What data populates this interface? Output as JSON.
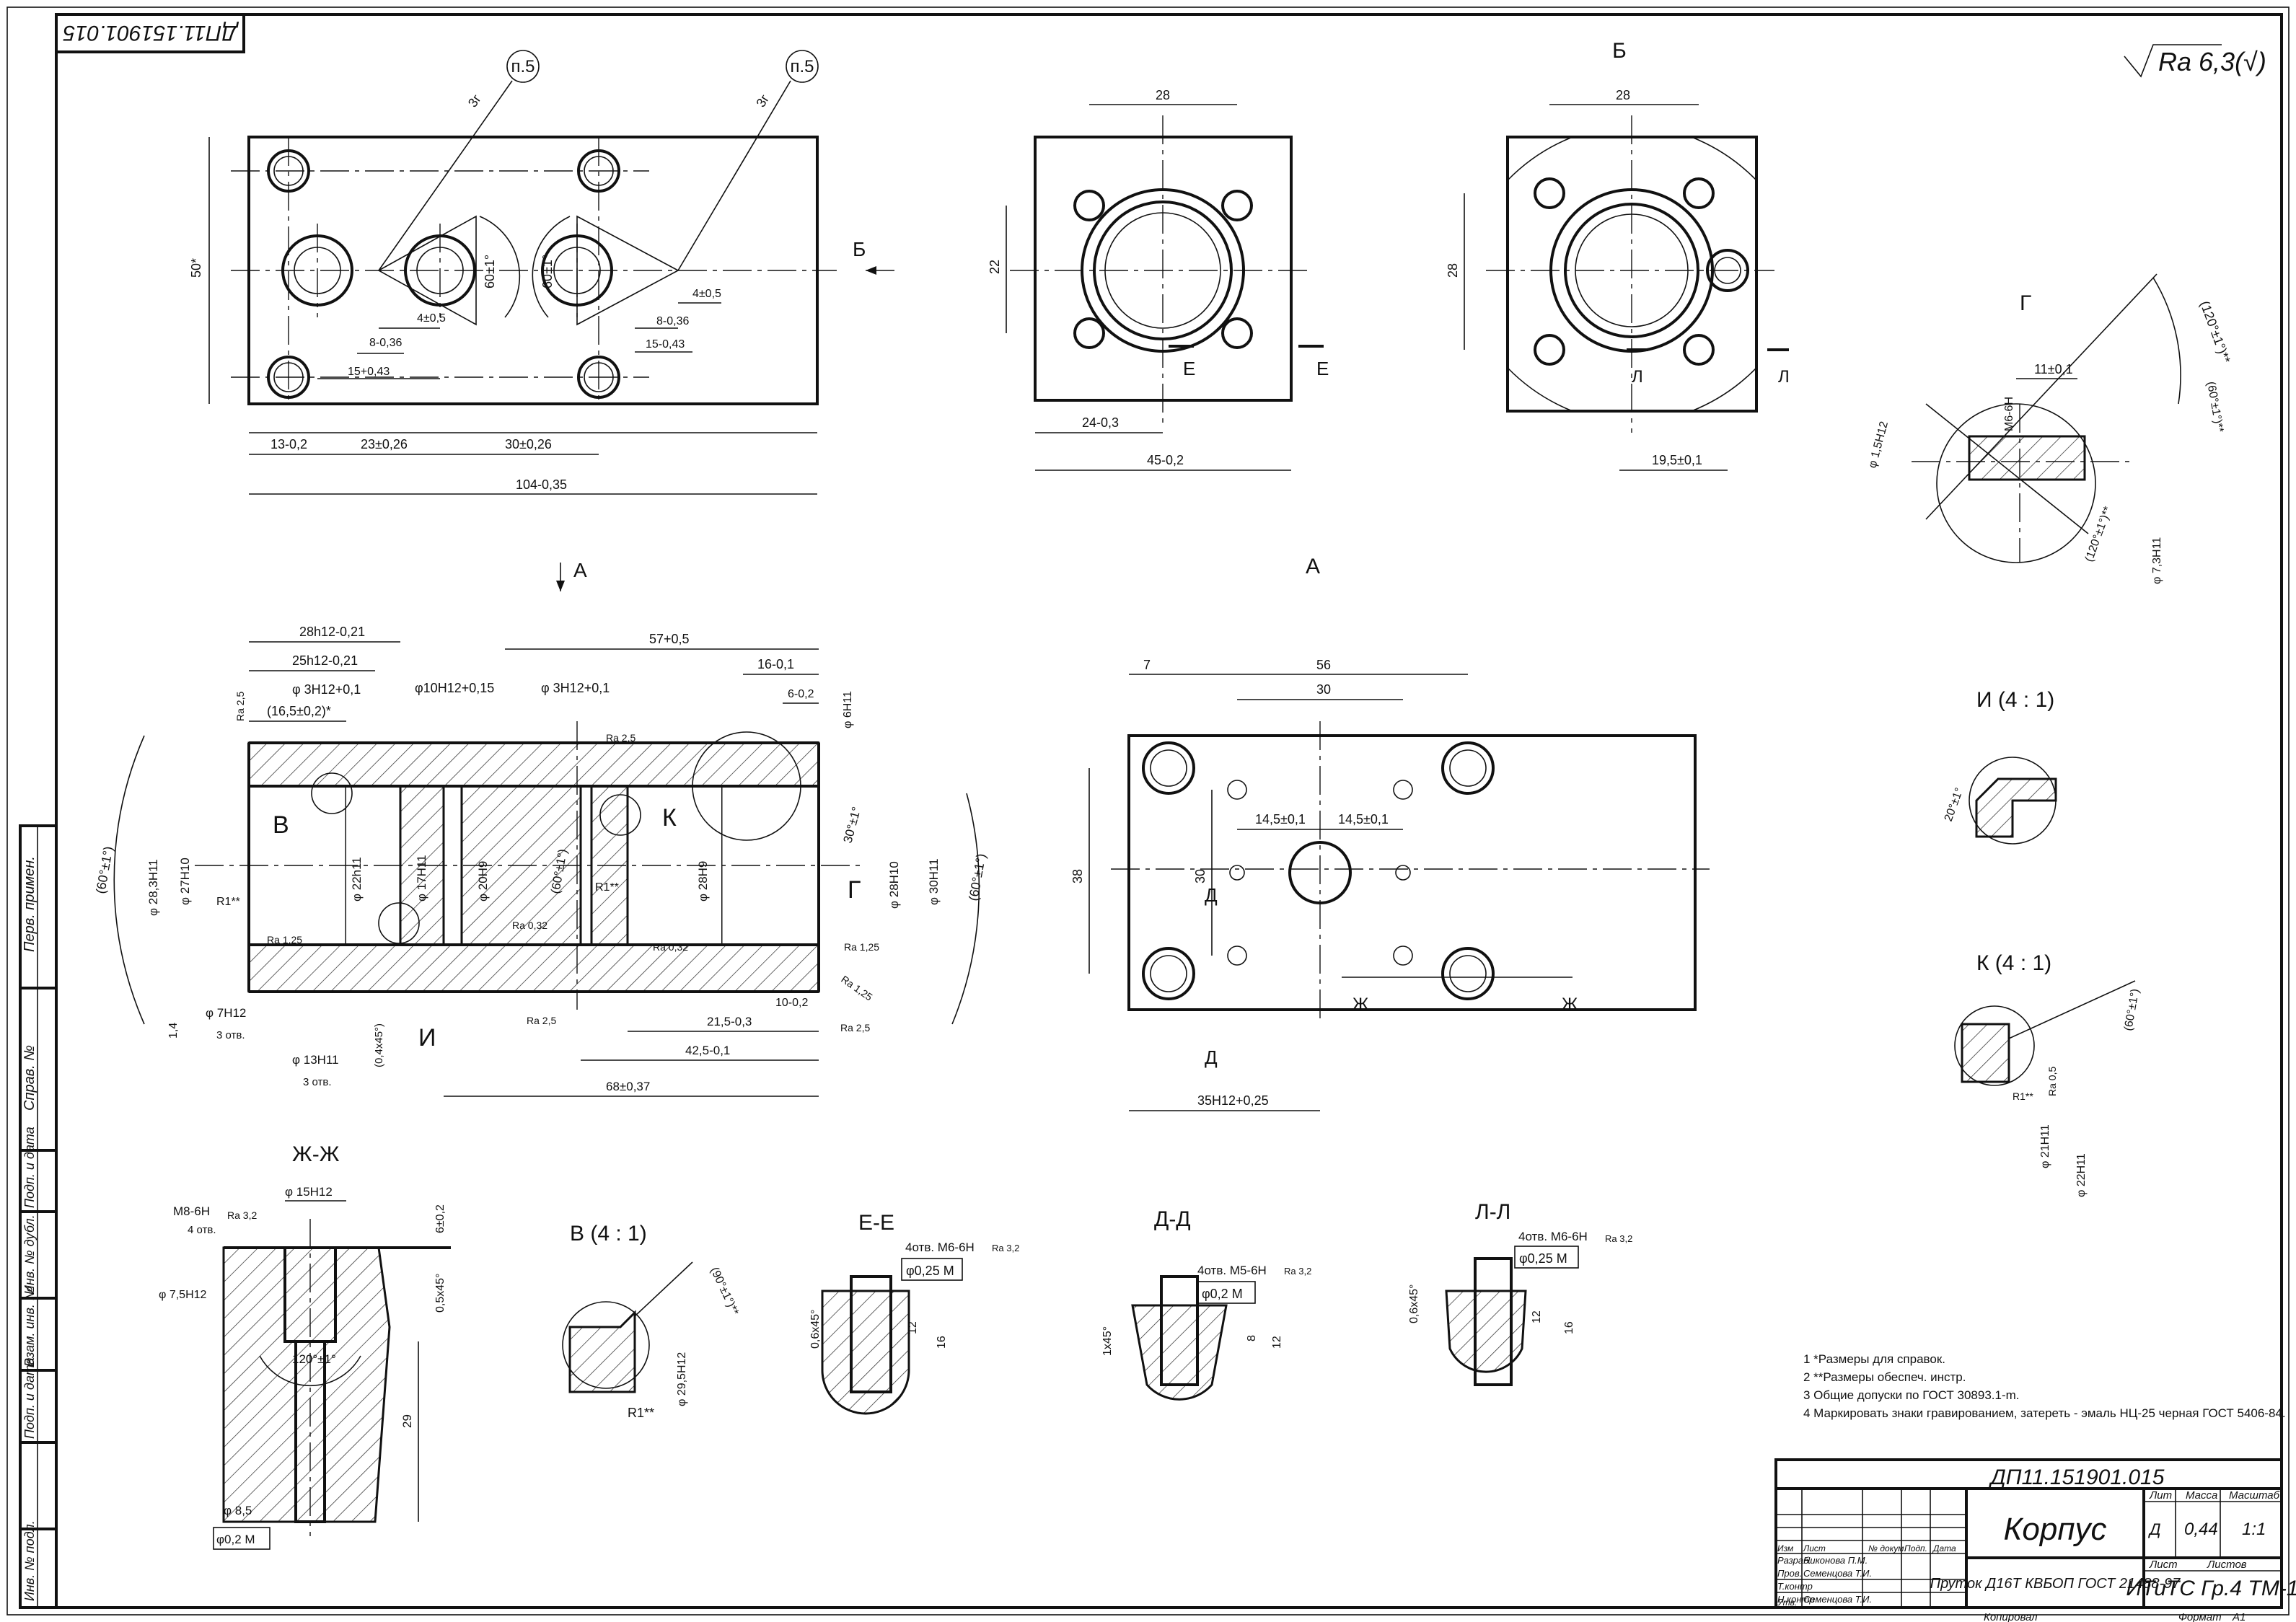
{
  "stamp": {
    "doc_number_upper": "ДП11.151901.015",
    "doc_number": "ДП11.151901.015",
    "title": "Корпус",
    "material": "Пруток Д16Т КВБОП ГОСТ 21488-97",
    "organization": "ИТиТС Гр.4 ТМ-1",
    "lit_label": "Лит",
    "mass_label": "Масса",
    "scale_label": "Масштаб",
    "lit_value": "Д",
    "mass_value": "0,44",
    "scale_value": "1:1",
    "sheet_label": "Лист",
    "sheets_label": "Листов",
    "copied_label": "Копировал",
    "format_label": "Формат",
    "format_value": "А1",
    "rows": [
      "Изм",
      "Лист",
      "№ докум.",
      "Подп.",
      "Дата"
    ],
    "razrab_label": "Разраб.",
    "razrab_name": "Никонова П.М.",
    "prov_label": "Пров.",
    "prov_name": "Семенцова Т.И.",
    "tkontr_label": "Т.контр",
    "nkontr_label": "Н.контр",
    "nkontr_name": "Семенцова Т.И.",
    "utv_label": "Утв."
  },
  "roughness": "Ra 6,3(√)",
  "side_columns": [
    "Перв. примен.",
    "Справ. №",
    "Подп. и дата",
    "Инв. № дубл.",
    "Взам. инв. №",
    "Подп. и дата",
    "Инв. № подл."
  ],
  "notes": [
    "1  *Размеры для справок.",
    "2  **Размеры обеспеч. инстр.",
    "3  Общие допуски по ГОСТ 30893.1-m.",
    "4  Маркировать знаки  гравированием, затереть - эмаль НЦ-25 черная ГОСТ 5406-84."
  ],
  "view_labels": {
    "b_arrow": "Б",
    "b_view": "Б",
    "a_arrow": "А",
    "a_view": "А",
    "g_view": "Г",
    "i_detail": "И (4 : 1)",
    "k_detail": "К (4 : 1)",
    "zh_section": "Ж-Ж",
    "v_detail": "В (4 : 1)",
    "e_section": "Е-Е",
    "d_section": "Д-Д",
    "l_section": "Л-Л",
    "p5a": "п.5",
    "p5b": "п.5",
    "mark_v": "В",
    "mark_k": "К",
    "mark_g": "Г",
    "mark_i": "И",
    "cut_e1": "Е",
    "cut_e2": "Е",
    "cut_l1": "Л",
    "cut_l2": "Л",
    "cut_d1": "Д",
    "cut_d2": "Д",
    "cut_zh1": "Ж",
    "cut_zh2": "Ж"
  },
  "dims_top": {
    "d104": "104-0,35",
    "d13": "13-0,2",
    "d23": "23±0,26",
    "d30": "30±0,26",
    "d50": "50*",
    "d15a": "15+0,43",
    "d8a": "8-0,36",
    "d4a": "4±0,5",
    "a60a": "60±1°",
    "a60b": "60±1°",
    "d4b": "4±0,5",
    "d8b": "8-0,36",
    "d15b": "15-0,43",
    "g3a": "3г",
    "g3b": "3г"
  },
  "dims_a": {
    "d28": "28",
    "d22": "22",
    "d24": "24-0,3",
    "d45": "45-0,2"
  },
  "dims_b": {
    "d28": "28",
    "d28v": "28",
    "d19": "19,5±0,1"
  },
  "dims_g": {
    "d11": "11±0,1",
    "m6": "М6-6Н",
    "a120": "(120°±1°)**",
    "a60": "(60°±1°)**",
    "d15": "φ 1,5Н12",
    "a120b": "(120°±1°)**",
    "d73": "φ 7,3Н11"
  },
  "dims_main": {
    "d28h": "28h12-0,21",
    "d25h": "25h12-0,21",
    "d3h": "φ 3Н12+0,1",
    "d165": "(16,5±0,2)*",
    "d10": "φ10Н12+0,15",
    "d57": "57+0,5",
    "d3hb": "φ 3Н12+0,1",
    "d16": "16-0,1",
    "d6": "6-0,2",
    "d6h": "φ 6Н11",
    "d283": "φ 28,3Н11",
    "d27": "φ 27Н10",
    "d22": "φ 22h11",
    "d17": "φ 17Н11",
    "d20": "φ 20Н9",
    "d28h9": "φ 28Н9",
    "d28h10": "φ 28Н10",
    "d30": "φ 30Н11",
    "a60l": "(60°±1°)",
    "a60m": "(60°±1°)",
    "a30": "30°±1°",
    "a60r": "(60°±1°)",
    "r1a": "R1**",
    "r1b": "R1**",
    "d7": "φ 7Н12",
    "holes3a": "3 отв.",
    "d13": "φ 13Н11",
    "holes3b": "3 отв.",
    "d14": "1,4",
    "d04": "(0,4х45°)",
    "d215": "21,5-0,3",
    "d10b": "10-0,2",
    "d425": "42,5-0,1",
    "d68": "68±0,37",
    "ra25a": "Ra 2,5",
    "ra125a": "Ra 1,25",
    "ra032a": "Ra 0,32",
    "ra032b": "Ra 0,32",
    "ra125b": "Ra 1,25",
    "ra125c": "Ra 1,25",
    "ra25b": "Ra 2,5",
    "ra25c": "Ra 2,5",
    "ra25d": "Ra 2,5"
  },
  "dims_plan": {
    "d7": "7",
    "d56": "56",
    "d30": "30",
    "d145a": "14,5±0,1",
    "d145b": "14,5±0,1",
    "d38": "38",
    "d30v": "30",
    "d35": "35Н12+0,25"
  },
  "dims_details": {
    "i20": "20°±1°",
    "k60": "(60°±1°)",
    "kr1": "R1**",
    "kra": "Ra 0,5",
    "k21": "φ 21Н11",
    "k22": "φ 22Н11",
    "zm8": "М8-6Н",
    "zholes": "4 отв.",
    "zra": "Ra 3,2",
    "z15": "φ 15Н12",
    "z6": "6±0,2",
    "z75": "φ 7,5Н12",
    "z05": "0,5х45°",
    "z120": "120°±1°",
    "z29": "29",
    "z85": "φ 8,5",
    "ztol": "φ0,2 М",
    "v90": "(90°±1°)**",
    "vr1": "R1**",
    "v295": "φ 29,5Н12",
    "e_m6": "4отв. М6-6Н",
    "e_ra": "Ra 3,2",
    "e_tol": "φ0,25 М",
    "e_06": "0,6х45°",
    "e_12": "12",
    "e_16": "16",
    "d_m5": "4отв. М5-6Н",
    "d_ra": "Ra 3,2",
    "d_tol": "φ0,2 М",
    "d_1": "1х45°",
    "d_8": "8",
    "d_12": "12",
    "l_m6": "4отв. М6-6Н",
    "l_ra": "Ra 3,2",
    "l_tol": "φ0,25 М",
    "l_06": "0,6х45°",
    "l_12": "12",
    "l_16": "16"
  }
}
